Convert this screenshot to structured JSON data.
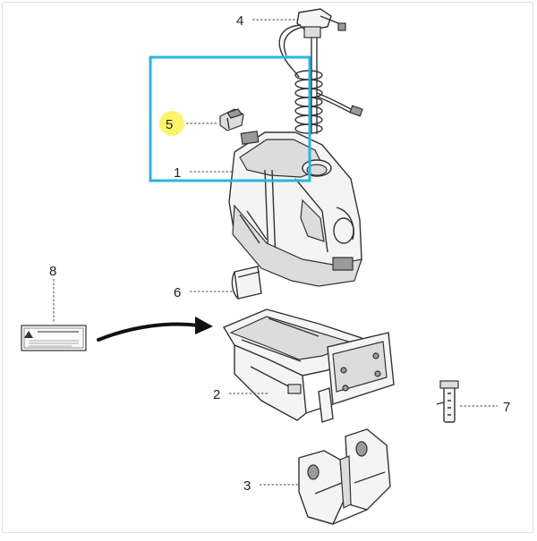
{
  "callouts": {
    "c1": "1",
    "c2": "2",
    "c3": "3",
    "c4": "4",
    "c5": "5",
    "c6": "6",
    "c7": "7",
    "c8": "8"
  },
  "highlight": {
    "frame_color": "#29b6e0",
    "marker_color": "#fff36b"
  }
}
